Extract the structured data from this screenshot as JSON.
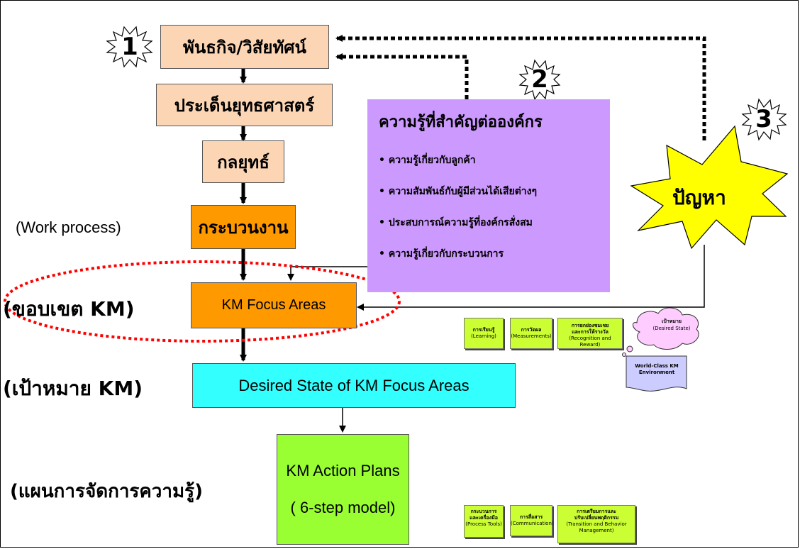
{
  "stages": [
    "1",
    "2",
    "3"
  ],
  "flow": {
    "mission": "พันธกิจ/วิสัยทัศน์",
    "strategic_issues": "ประเด็นยุทธศาสตร์",
    "strategy": "กลยุทธ์",
    "process": "กระบวนงาน",
    "focus_areas": "KM Focus Areas",
    "desired_state": "Desired State of KM Focus Areas",
    "action_plans_line1": "KM Action Plans",
    "action_plans_line2": "( 6-step model)"
  },
  "side_labels": {
    "work_process": "(Work process)",
    "scope": "(ขอบเขต KM)",
    "goal": "(เป้าหมาย KM)",
    "plan": "(แผนการจัดการความรู้)"
  },
  "knowledge": {
    "title": "ความรู้ที่สำคัญต่อองค์กร",
    "items": [
      "ความรู้เกี่ยวกับลูกค้า",
      "ความสัมพันธ์กับผู้มีส่วนได้เสียต่างๆ",
      "ประสบการณ์ความรู้ที่องค์กรสั่งสม",
      "ความรู้เกี่ยวกับกระบวนการ"
    ]
  },
  "problem": "ปัญหา",
  "mini_model": {
    "learning": [
      "การเรียนรู้",
      "(Learning)"
    ],
    "measurement": [
      "การวัดผล",
      "(Measurements)"
    ],
    "recognition": [
      "การยกย่องชมเชย",
      "และการให้รางวัล",
      "(Recognition and Reward)"
    ],
    "process_tools": [
      "กระบวนการ",
      "และเครื่องมือ",
      "(Process Tools)"
    ],
    "communication": [
      "การสื่อสาร",
      "(Communication)"
    ],
    "transition": [
      "การเตรียมการและ",
      "ปรับเปลี่ยนพฤติกรรม",
      "(Transition and Behavior Management)"
    ],
    "goal_cloud": [
      "เป้าหมาย",
      "(Desired State)"
    ],
    "environment": [
      "World-Class KM",
      "Environment"
    ]
  },
  "colors": {
    "peach": "#fcd5b4",
    "orange": "#ff9900",
    "cyan": "#33ffff",
    "green": "#99ff33",
    "lavender": "#cc99ff",
    "burst": "#ffff00",
    "dashed_red": "#ff0000"
  }
}
